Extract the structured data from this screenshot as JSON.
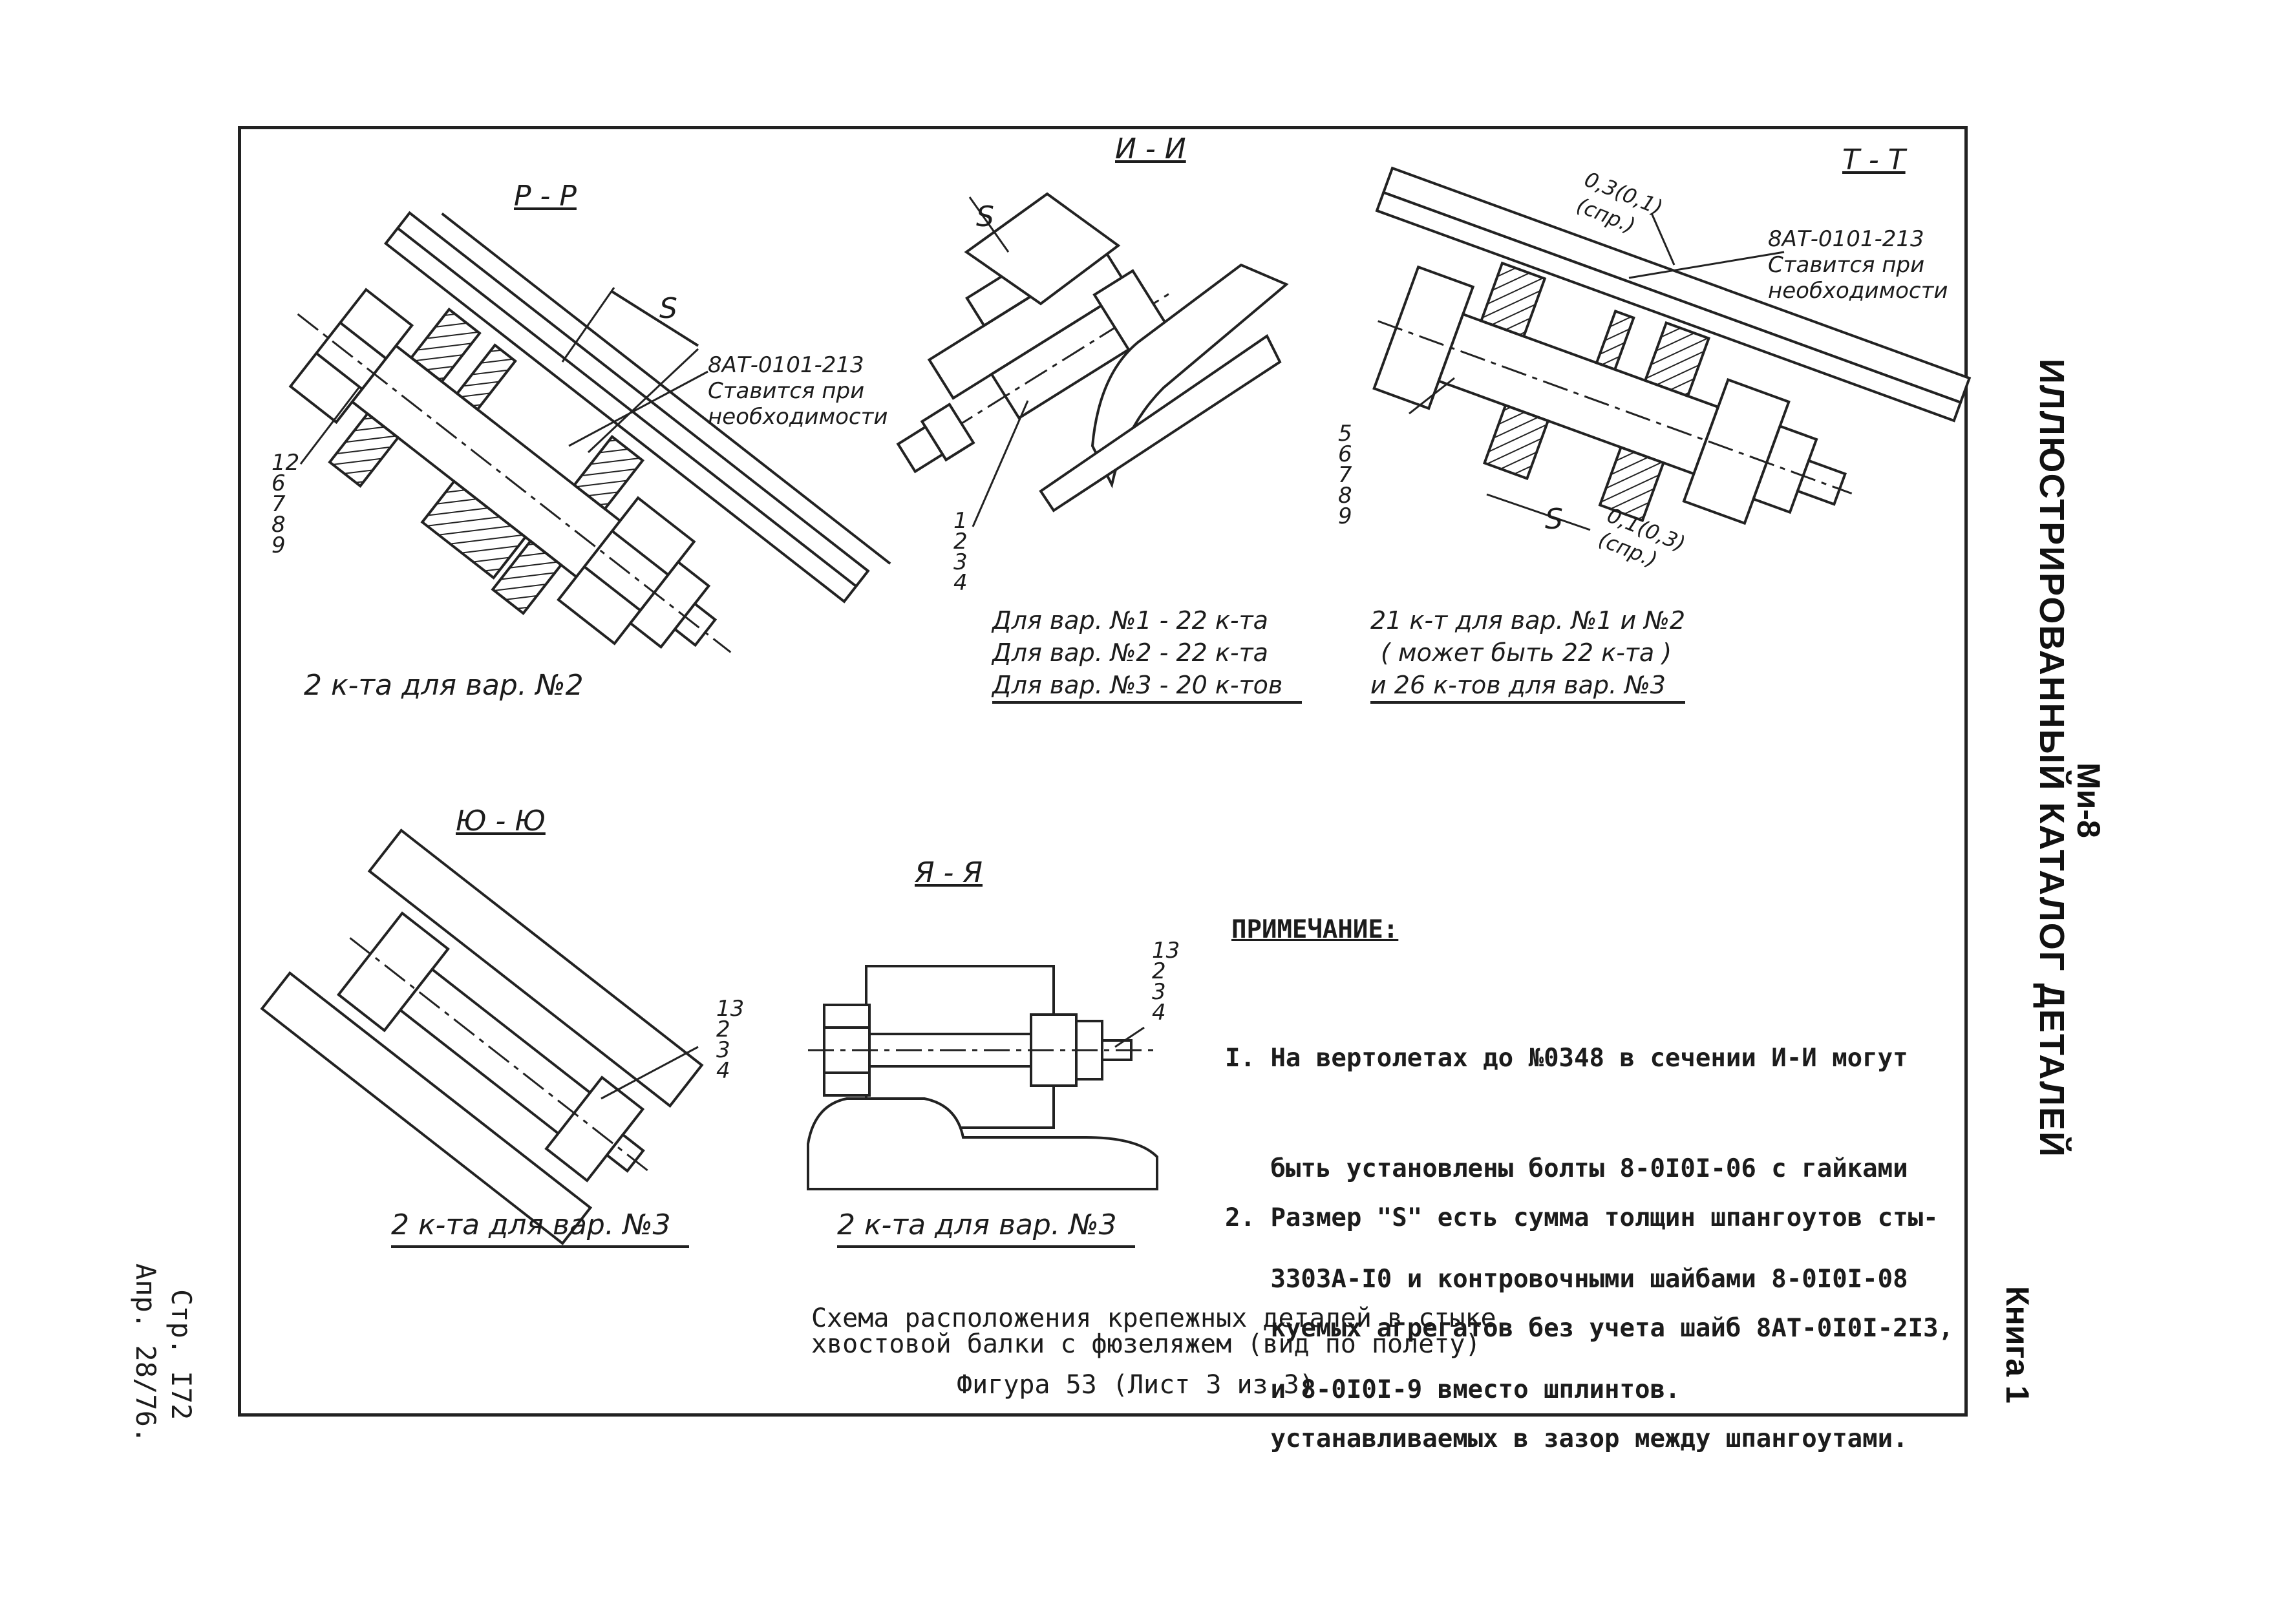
{
  "sections": {
    "r": "Р - Р",
    "i": "И - И",
    "t": "Т - Т",
    "yu": "Ю - Ю",
    "ya": "Я - Я"
  },
  "dims": {
    "s": "S",
    "t_top1": "0,3(0,1)",
    "t_top2": "(спр.)",
    "t_bot1": "0,1(0,3)",
    "t_bot2": "(спр.)"
  },
  "callouts": {
    "part": "8АТ-0101-213",
    "line2": "Ставится при",
    "line3": "необходимости"
  },
  "numbers": {
    "r": [
      "12",
      "6",
      "7",
      "8",
      "9"
    ],
    "i": [
      "1",
      "2",
      "3",
      "4"
    ],
    "t": [
      "5",
      "6",
      "7",
      "8",
      "9"
    ],
    "yu": [
      "13",
      "2",
      "3",
      "4"
    ],
    "ya": [
      "13",
      "2",
      "3",
      "4"
    ]
  },
  "captions": {
    "r": "2 к-та для вар. №2",
    "i1": "Для вар. №1 - 22 к-та",
    "i2": "Для вар. №2 - 22 к-та",
    "i3": "Для вар. №3 - 20 к-тов",
    "t1": "21 к-т для вар. №1 и №2",
    "t2": "( может быть 22 к-та )",
    "t3": "и 26 к-тов для вар. №3",
    "yu": "2 к-та для вар. №3",
    "ya": "2 к-та для вар. №3"
  },
  "note": {
    "title": "ПРИМЕЧАНИЕ:",
    "item1": [
      "I. На вертолетах до №0348 в сечении И-И могут",
      "   быть установлены болты 8-0I0I-06 с гайками",
      "   3303А-I0 и контровочными шайбами 8-0I0I-08",
      "   и 8-0I0I-9 вместо шплинтов."
    ],
    "item2": [
      "2. Размер \"S\" есть сумма толщин шпангоутов сты-",
      "   куемых агрегатов без учета шайб 8АТ-0I0I-2I3,",
      "   устанавливаемых в зазор между шпангоутами."
    ]
  },
  "figure": {
    "line1": "Схема расположения крепежных деталей в стыке",
    "line2": "хвостовой балки с фюзеляжем (вид по полету)",
    "line3": "Фигура 53  (Лист 3 из 3)"
  },
  "side": {
    "model": "Ми-8",
    "catalog": "ИЛЛЮСТРИРОВАННЫЙ КАТАЛОГ ДЕТАЛЕЙ",
    "book": "Книга 1",
    "page": "Стр. I72",
    "apr": "Апр. 28/76."
  }
}
